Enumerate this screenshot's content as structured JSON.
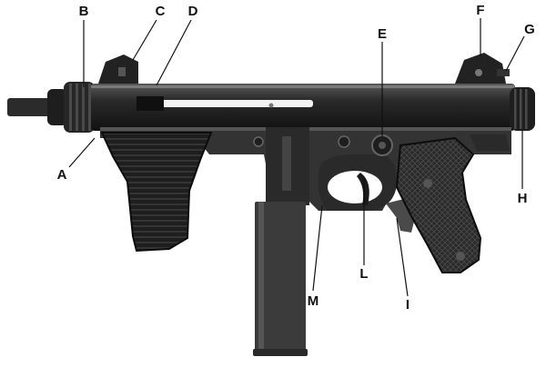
{
  "diagram": {
    "subject": "submachine gun, right side view, with lettered callouts",
    "colors": {
      "background": "#ffffff",
      "metal_dark": "#1b1b1b",
      "metal_mid": "#3a3a3a",
      "metal_light": "#8a8a8a",
      "grip_dark": "#2a2a2a",
      "ink": "#111111"
    },
    "labels": [
      {
        "id": "A",
        "text": "A"
      },
      {
        "id": "B",
        "text": "B"
      },
      {
        "id": "C",
        "text": "C"
      },
      {
        "id": "D",
        "text": "D"
      },
      {
        "id": "E",
        "text": "E"
      },
      {
        "id": "F",
        "text": "F"
      },
      {
        "id": "G",
        "text": "G"
      },
      {
        "id": "H",
        "text": "H"
      },
      {
        "id": "I",
        "text": "I"
      },
      {
        "id": "L",
        "text": "L"
      },
      {
        "id": "M",
        "text": "M"
      }
    ]
  }
}
